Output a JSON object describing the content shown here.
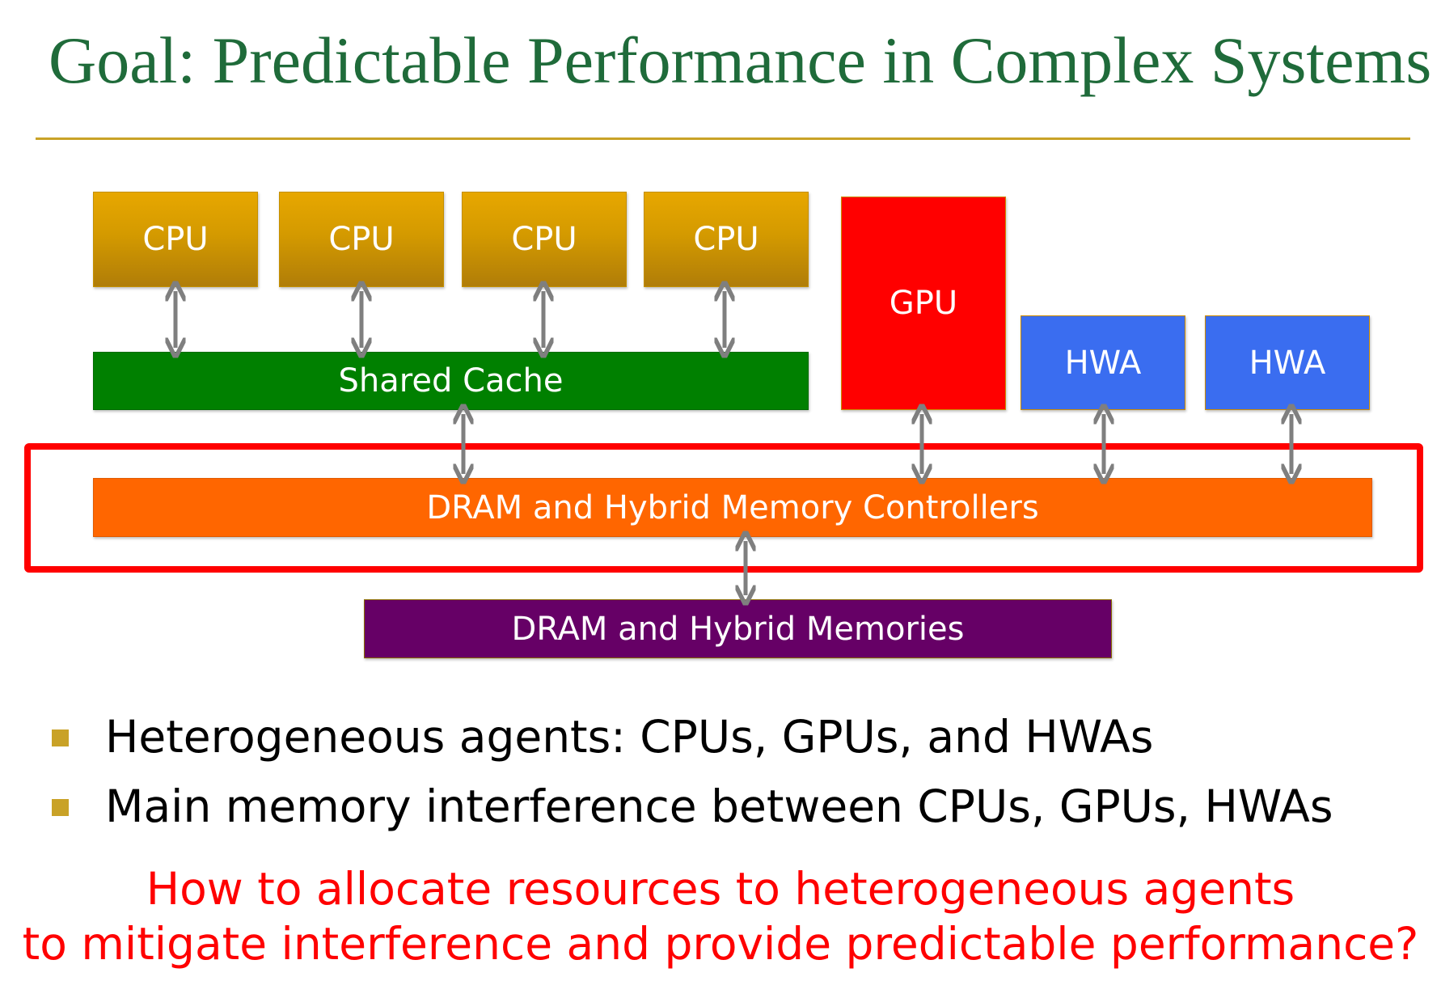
{
  "slide": {
    "title": "Goal: Predictable Performance in Complex Systems"
  },
  "diagram": {
    "cpus": [
      "CPU",
      "CPU",
      "CPU",
      "CPU"
    ],
    "shared_cache": "Shared Cache",
    "gpu": "GPU",
    "hwas": [
      "HWA",
      "HWA"
    ],
    "controllers": "DRAM and Hybrid Memory Controllers",
    "memories": "DRAM and Hybrid Memories",
    "colors": {
      "cpu": "#e7a700",
      "shared_cache": "#008000",
      "gpu": "#ff0000",
      "hwa": "#3a6df0",
      "controllers": "#ff6600",
      "memories": "#660066",
      "highlight": "#ff0000",
      "arrows": "#7f7f7f"
    }
  },
  "bullets": [
    "Heterogeneous agents: CPUs, GPUs, and HWAs",
    "Main memory interference between CPUs, GPUs, HWAs"
  ],
  "question": {
    "line1": "How to allocate resources to heterogeneous agents",
    "line2": "to mitigate interference and provide predictable performance?"
  },
  "theme": {
    "title_color": "#1f6b3a",
    "rule_color": "#c9a227",
    "bullet_color": "#c9a227",
    "question_color": "#ff0000"
  }
}
